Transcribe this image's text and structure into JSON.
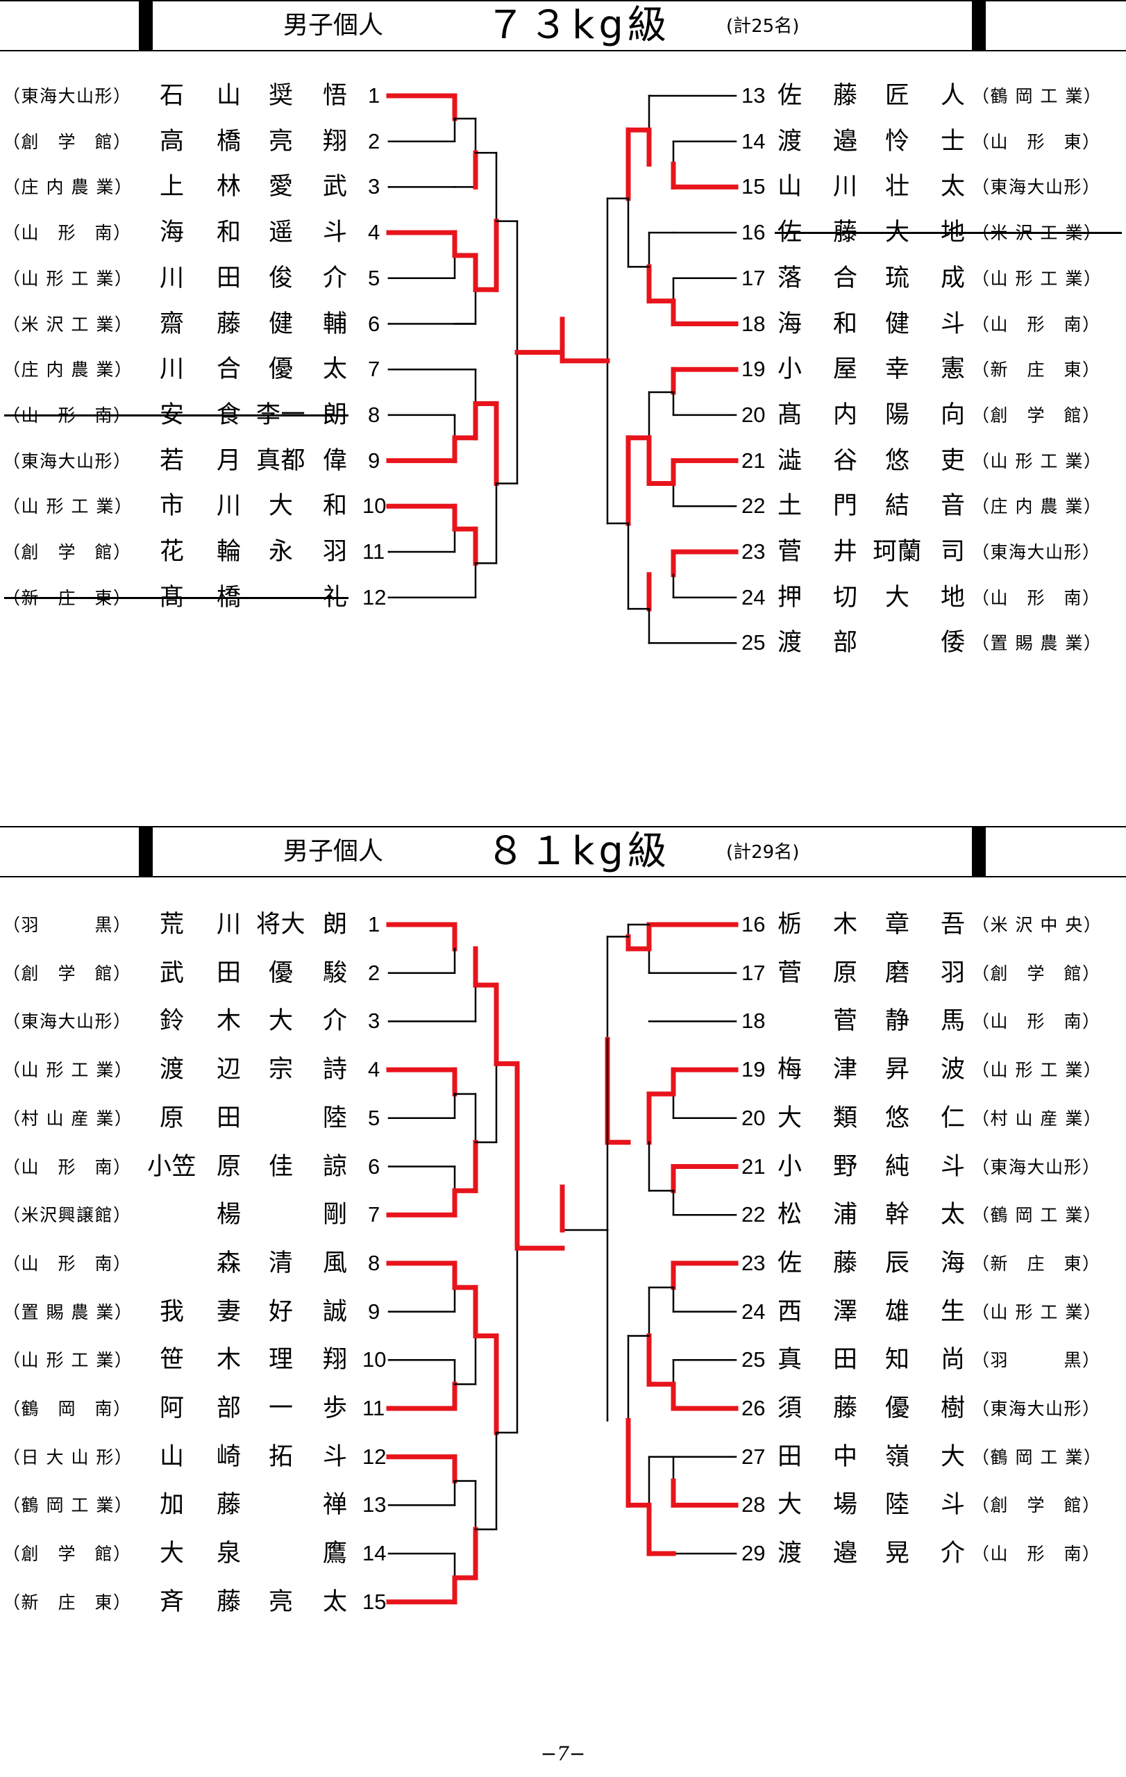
{
  "sections": [
    {
      "id": "73",
      "title": "男子個人",
      "weight": "７３kg級",
      "count": "(計25名)",
      "rows": 13,
      "left": [
        {
          "num": "1",
          "name": [
            "石",
            "山",
            "奨",
            "悟"
          ],
          "school": "（東海大山形）"
        },
        {
          "num": "2",
          "name": [
            "高",
            "橋",
            "亮",
            "翔"
          ],
          "school": "（創　学　館）"
        },
        {
          "num": "3",
          "name": [
            "上",
            "林",
            "愛",
            "武"
          ],
          "school": "（庄 内 農 業）"
        },
        {
          "num": "4",
          "name": [
            "海",
            "和",
            "遥",
            "斗"
          ],
          "school": "（山　形　南）"
        },
        {
          "num": "5",
          "name": [
            "川",
            "田",
            "俊",
            "介"
          ],
          "school": "（山 形 工 業）"
        },
        {
          "num": "6",
          "name": [
            "齋",
            "藤",
            "健",
            "輔"
          ],
          "school": "（米 沢 工 業）"
        },
        {
          "num": "7",
          "name": [
            "川",
            "合",
            "優",
            "太"
          ],
          "school": "（庄 内 農 業）"
        },
        {
          "num": "8",
          "name": [
            "安",
            "食",
            "李一",
            "朗"
          ],
          "school": "（山　形　南）",
          "struck": true
        },
        {
          "num": "9",
          "name": [
            "若",
            "月",
            "真都",
            "偉"
          ],
          "school": "（東海大山形）"
        },
        {
          "num": "10",
          "name": [
            "市",
            "川",
            "大",
            "和"
          ],
          "school": "（山 形 工 業）"
        },
        {
          "num": "11",
          "name": [
            "花",
            "輪",
            "永",
            "羽"
          ],
          "school": "（創　学　館）"
        },
        {
          "num": "12",
          "name": [
            "髙",
            "橋",
            "",
            "礼"
          ],
          "school": "（新　庄　東）",
          "struck": true
        }
      ],
      "right": [
        {
          "num": "13",
          "name": [
            "佐",
            "藤",
            "匠",
            "人"
          ],
          "school": "（鶴 岡 工 業）"
        },
        {
          "num": "14",
          "name": [
            "渡",
            "邉",
            "怜",
            "士"
          ],
          "school": "（山　形　東）"
        },
        {
          "num": "15",
          "name": [
            "山",
            "川",
            "壮",
            "太"
          ],
          "school": "（東海大山形）"
        },
        {
          "num": "16",
          "name": [
            "佐",
            "藤",
            "大",
            "地"
          ],
          "school": "（米 沢 工 業）",
          "struck": true
        },
        {
          "num": "17",
          "name": [
            "落",
            "合",
            "琉",
            "成"
          ],
          "school": "（山 形 工 業）"
        },
        {
          "num": "18",
          "name": [
            "海",
            "和",
            "健",
            "斗"
          ],
          "school": "（山　形　南）"
        },
        {
          "num": "19",
          "name": [
            "小",
            "屋",
            "幸",
            "憲"
          ],
          "school": "（新　庄　東）"
        },
        {
          "num": "20",
          "name": [
            "髙",
            "内",
            "陽",
            "向"
          ],
          "school": "（創　学　館）"
        },
        {
          "num": "21",
          "name": [
            "澁",
            "谷",
            "悠",
            "吏"
          ],
          "school": "（山 形 工 業）"
        },
        {
          "num": "22",
          "name": [
            "土",
            "門",
            "結",
            "音"
          ],
          "school": "（庄 内 農 業）"
        },
        {
          "num": "23",
          "name": [
            "菅",
            "井",
            "珂蘭",
            "司"
          ],
          "school": "（東海大山形）"
        },
        {
          "num": "24",
          "name": [
            "押",
            "切",
            "大",
            "地"
          ],
          "school": "（山　形　南）"
        },
        {
          "num": "25",
          "name": [
            "渡",
            "部",
            "",
            "倭"
          ],
          "school": "（置 賜 農 業）"
        }
      ]
    },
    {
      "id": "81",
      "title": "男子個人",
      "weight": "８１kg級",
      "count": "(計29名)",
      "rows": 15,
      "left": [
        {
          "num": "1",
          "name": [
            "荒",
            "川",
            "将大",
            "朗"
          ],
          "school": "（羽　　　黒）"
        },
        {
          "num": "2",
          "name": [
            "武",
            "田",
            "優",
            "駿"
          ],
          "school": "（創　学　館）"
        },
        {
          "num": "3",
          "name": [
            "鈴",
            "木",
            "大",
            "介"
          ],
          "school": "（東海大山形）"
        },
        {
          "num": "4",
          "name": [
            "渡",
            "辺",
            "宗",
            "詩"
          ],
          "school": "（山 形 工 業）"
        },
        {
          "num": "5",
          "name": [
            "原",
            "田",
            "",
            "陸"
          ],
          "school": "（村 山 産 業）"
        },
        {
          "num": "6",
          "name": [
            "小笠",
            "原",
            "佳",
            "諒"
          ],
          "school": "（山　形　南）"
        },
        {
          "num": "7",
          "name": [
            "",
            "楊",
            "",
            "剛"
          ],
          "school": "（米沢興譲館）"
        },
        {
          "num": "8",
          "name": [
            "",
            "森",
            "清",
            "風"
          ],
          "school": "（山　形　南）"
        },
        {
          "num": "9",
          "name": [
            "我",
            "妻",
            "好",
            "誠"
          ],
          "school": "（置 賜 農 業）"
        },
        {
          "num": "10",
          "name": [
            "笹",
            "木",
            "理",
            "翔"
          ],
          "school": "（山 形 工 業）"
        },
        {
          "num": "11",
          "name": [
            "阿",
            "部",
            "一",
            "歩"
          ],
          "school": "（鶴　岡　南）"
        },
        {
          "num": "12",
          "name": [
            "山",
            "崎",
            "拓",
            "斗"
          ],
          "school": "（日 大 山 形）"
        },
        {
          "num": "13",
          "name": [
            "加",
            "藤",
            "",
            "禅"
          ],
          "school": "（鶴 岡 工 業）"
        },
        {
          "num": "14",
          "name": [
            "大",
            "泉",
            "",
            "鷹"
          ],
          "school": "（創　学　館）"
        },
        {
          "num": "15",
          "name": [
            "斉",
            "藤",
            "亮",
            "太"
          ],
          "school": "（新　庄　東）"
        }
      ],
      "right": [
        {
          "num": "16",
          "name": [
            "栃",
            "木",
            "章",
            "吾"
          ],
          "school": "（米 沢 中 央）"
        },
        {
          "num": "17",
          "name": [
            "菅",
            "原",
            "磨",
            "羽"
          ],
          "school": "（創　学　館）"
        },
        {
          "num": "18",
          "name": [
            "",
            "菅",
            "静",
            "馬"
          ],
          "school": "（山　形　南）"
        },
        {
          "num": "19",
          "name": [
            "梅",
            "津",
            "昇",
            "波"
          ],
          "school": "（山 形 工 業）"
        },
        {
          "num": "20",
          "name": [
            "大",
            "類",
            "悠",
            "仁"
          ],
          "school": "（村 山 産 業）"
        },
        {
          "num": "21",
          "name": [
            "小",
            "野",
            "純",
            "斗"
          ],
          "school": "（東海大山形）"
        },
        {
          "num": "22",
          "name": [
            "松",
            "浦",
            "幹",
            "太"
          ],
          "school": "（鶴 岡 工 業）"
        },
        {
          "num": "23",
          "name": [
            "佐",
            "藤",
            "辰",
            "海"
          ],
          "school": "（新　庄　東）"
        },
        {
          "num": "24",
          "name": [
            "西",
            "澤",
            "雄",
            "生"
          ],
          "school": "（山 形 工 業）"
        },
        {
          "num": "25",
          "name": [
            "真",
            "田",
            "知",
            "尚"
          ],
          "school": "（羽　　　黒）"
        },
        {
          "num": "26",
          "name": [
            "須",
            "藤",
            "優",
            "樹"
          ],
          "school": "（東海大山形）"
        },
        {
          "num": "27",
          "name": [
            "田",
            "中",
            "嶺",
            "大"
          ],
          "school": "（鶴 岡 工 業）"
        },
        {
          "num": "28",
          "name": [
            "大",
            "場",
            "陸",
            "斗"
          ],
          "school": "（創　学　館）"
        },
        {
          "num": "29",
          "name": [
            "渡",
            "邉",
            "晃",
            "介"
          ],
          "school": "（山　形　南）"
        }
      ]
    }
  ],
  "footer": "−7−",
  "colors": {
    "winner": "#e8141c",
    "line": "#000000"
  }
}
